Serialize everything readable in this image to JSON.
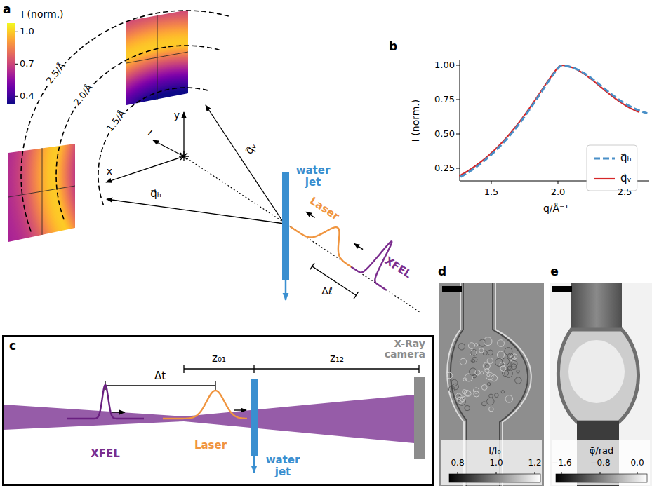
{
  "diagram": {
    "nodes": [
      {
        "text": [
          "water jet"
        ]
      },
      {
        "text": [
          "c"
        ]
      },
      {
        "text": [
          "water jet"
        ],
        "in": 1
      },
      {
        "text": [
          "X-Ray camera"
        ],
        "in": 1
      }
    ],
    "labels": [
      "a",
      "I (norm.)",
      "1.0",
      "0.7",
      "0.4",
      "2.5/Å",
      "2.0/Å",
      "1.5/Å",
      "y",
      "z",
      "x",
      "q⃗ᵥ",
      "q⃗ₕ",
      "Laser",
      "XFEL",
      "Δℓ",
      "b",
      "1.00",
      "0.75",
      "0.50",
      "0.25",
      "I (norm.)",
      "1.5",
      "2.0",
      "2.5",
      "q/Å⁻¹",
      "z₀₁",
      "z₁₂",
      "Δt",
      "XFEL",
      "Laser",
      "d",
      "e",
      "I/I₀",
      "0.8",
      "1.0",
      "1.2",
      "φ̄/rad",
      "−1.6",
      "−0.8",
      "0.0"
    ],
    "legend": [
      {
        "text": "q⃗ₕ"
      },
      {
        "text": "q⃗ᵥ"
      }
    ]
  }
}
